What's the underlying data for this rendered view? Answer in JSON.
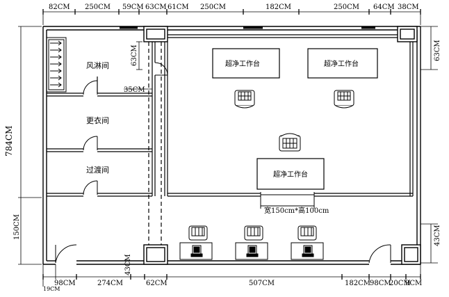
{
  "plan": {
    "top_dims": [
      "82CM",
      "250CM",
      "59CM",
      "63CM",
      "61CM",
      "250CM",
      "182CM",
      "250CM",
      "64CM",
      "38CM"
    ],
    "bottom_dims": [
      "98CM",
      "274CM",
      "43CM",
      "62CM",
      "507CM",
      "182CM",
      "98CM",
      "20CM",
      "9CM"
    ],
    "bottom_small": "19CM",
    "left_total": "784CM",
    "left_lower": "150CM",
    "right_top": "63CM",
    "right_bottom": "43CM",
    "inner_63": "63CM",
    "inner_35": "35CM",
    "rooms": {
      "shower": "风淋间",
      "changing": "更衣间",
      "transition": "过渡间"
    },
    "bench_label": "超净工作台",
    "window_note": "宽150cm*高100cm"
  }
}
